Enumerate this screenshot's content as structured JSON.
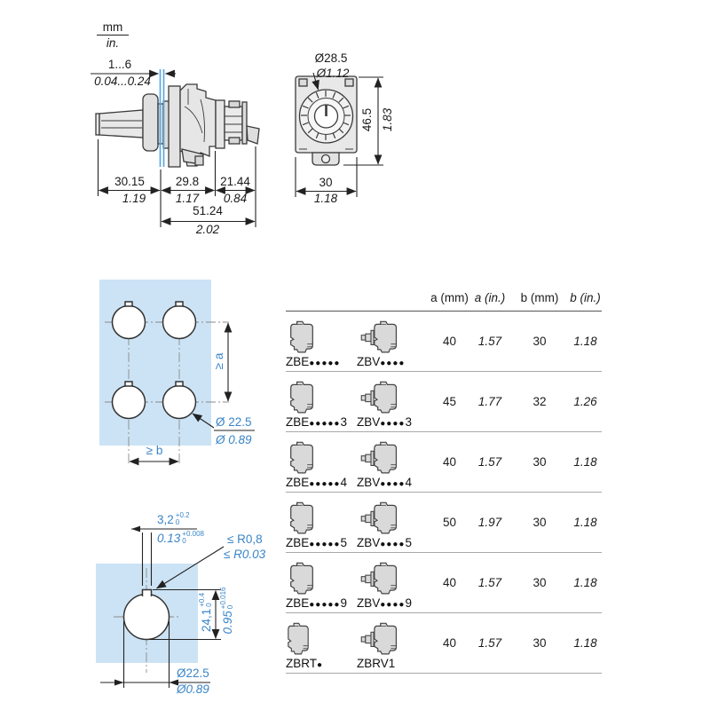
{
  "units_legend": {
    "top": "mm",
    "bottom": "in."
  },
  "side_view": {
    "panel_thickness_mm": "1...6",
    "panel_thickness_in": "0.04...0.24",
    "seg1_mm": "30.15",
    "seg1_in": "1.19",
    "seg2_mm": "29.8",
    "seg2_in": "1.17",
    "seg3_mm": "21.44",
    "seg3_in": "0.84",
    "total_mm": "51.24",
    "total_in": "2.02"
  },
  "front_view": {
    "dia_mm": "Ø28.5",
    "dia_in": "Ø1.12",
    "height_mm": "46.5",
    "height_in": "1.83",
    "width_mm": "30",
    "width_in": "1.18"
  },
  "multi_hole": {
    "pitch_vertical": "≥ a",
    "pitch_horizontal": "≥ b",
    "dia_mm": "Ø 22.5",
    "dia_in": "Ø 0.89"
  },
  "single_hole": {
    "slot_mm": "3,2",
    "slot_mm_tol_up": "+0.2",
    "slot_mm_tol_dn": "0",
    "slot_in": "0.13",
    "slot_in_tol_up": "+0.008",
    "slot_in_tol_dn": "0",
    "radius_mm": "≤ R0,8",
    "radius_in": "≤ R0.03",
    "depth_mm": "24,1",
    "depth_mm_tol_up": "+0.4",
    "depth_mm_tol_dn": "0",
    "depth_in": "0.95",
    "depth_in_tol_up": "+0.016",
    "depth_in_tol_dn": "0",
    "dia_mm": "Ø22.5",
    "dia_in": "Ø0.89"
  },
  "table": {
    "headers": {
      "a_mm": "a (mm)",
      "a_in": "a (in.)",
      "b_mm": "b (mm)",
      "b_in": "b (in.)"
    },
    "rows": [
      {
        "ref1_prefix": "ZBE",
        "ref1_dots": "●●●●●",
        "ref1_suffix": "",
        "ref2_prefix": "ZBV",
        "ref2_dots": "●●●●",
        "ref2_suffix": "",
        "a_mm": "40",
        "a_in": "1.57",
        "b_mm": "30",
        "b_in": "1.18"
      },
      {
        "ref1_prefix": "ZBE",
        "ref1_dots": "●●●●●",
        "ref1_suffix": "3",
        "ref2_prefix": "ZBV",
        "ref2_dots": "●●●●",
        "ref2_suffix": "3",
        "a_mm": "45",
        "a_in": "1.77",
        "b_mm": "32",
        "b_in": "1.26"
      },
      {
        "ref1_prefix": "ZBE",
        "ref1_dots": "●●●●●",
        "ref1_suffix": "4",
        "ref2_prefix": "ZBV",
        "ref2_dots": "●●●●",
        "ref2_suffix": "4",
        "a_mm": "40",
        "a_in": "1.57",
        "b_mm": "30",
        "b_in": "1.18"
      },
      {
        "ref1_prefix": "ZBE",
        "ref1_dots": "●●●●●",
        "ref1_suffix": "5",
        "ref2_prefix": "ZBV",
        "ref2_dots": "●●●●",
        "ref2_suffix": "5",
        "a_mm": "50",
        "a_in": "1.97",
        "b_mm": "30",
        "b_in": "1.18"
      },
      {
        "ref1_prefix": "ZBE",
        "ref1_dots": "●●●●●",
        "ref1_suffix": "9",
        "ref2_prefix": "ZBV",
        "ref2_dots": "●●●●",
        "ref2_suffix": "9",
        "a_mm": "40",
        "a_in": "1.57",
        "b_mm": "30",
        "b_in": "1.18"
      },
      {
        "ref1_prefix": "ZBRT",
        "ref1_dots": "●",
        "ref1_suffix": "",
        "ref2_prefix": "ZBRV1",
        "ref2_dots": "",
        "ref2_suffix": "",
        "a_mm": "40",
        "a_in": "1.57",
        "b_mm": "30",
        "b_in": "1.18"
      }
    ]
  },
  "colors": {
    "accent_blue": "#3A85C8",
    "panel_blue": "#CCE3F5",
    "panel_line_blue": "#5FA8DD",
    "drawing_fill": "#E3E3E3"
  }
}
